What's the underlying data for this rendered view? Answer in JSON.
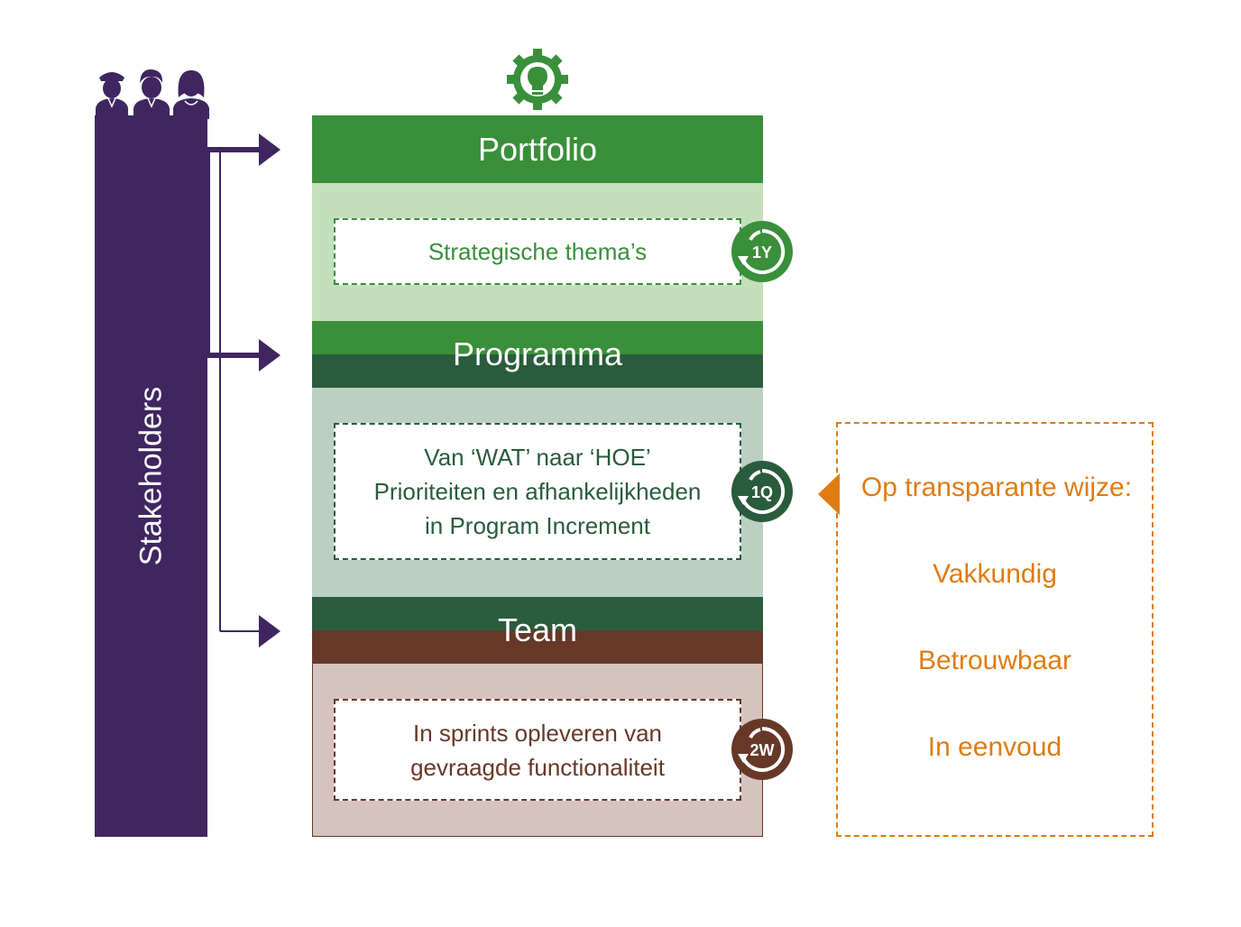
{
  "stakeholders": {
    "label": "Stakeholders"
  },
  "portfolio": {
    "title": "Portfolio",
    "description": "Strategische thema’s",
    "cycle": "1Y",
    "color": "#3a8f3a"
  },
  "programma": {
    "title": "Programma",
    "lines": [
      "Van ‘WAT’ naar ‘HOE’",
      "Prioriteiten en afhankelijkheden",
      "in Program Increment"
    ],
    "cycle": "1Q",
    "color": "#295c3c"
  },
  "team": {
    "title": "Team",
    "lines": [
      "In sprints opleveren van",
      "gevraagde functionaliteit"
    ],
    "cycle": "2W",
    "color": "#673828"
  },
  "values": {
    "heading": "Op transparante wijze:",
    "items": [
      "Vakkundig",
      "Betrouwbaar",
      "In eenvoud"
    ],
    "color": "#e07b12"
  },
  "icons": {
    "stakeholders": "people-group-icon",
    "portfolio": "lightbulb-gear-icon",
    "cycle": "cycle-arrow-icon"
  }
}
